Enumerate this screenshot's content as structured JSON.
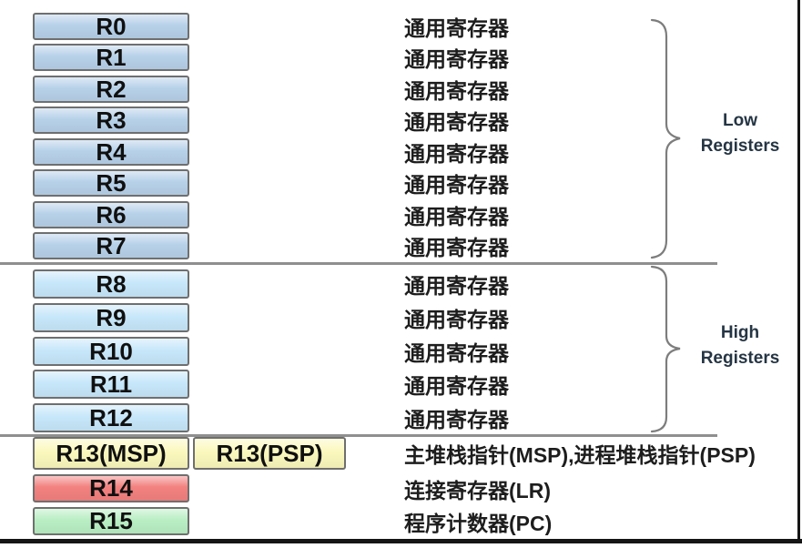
{
  "registers": [
    {
      "name": "R0",
      "label": "R0",
      "variant": "low",
      "desc": "通用寄存器"
    },
    {
      "name": "R1",
      "label": "R1",
      "variant": "low",
      "desc": "通用寄存器"
    },
    {
      "name": "R2",
      "label": "R2",
      "variant": "low",
      "desc": "通用寄存器"
    },
    {
      "name": "R3",
      "label": "R3",
      "variant": "low",
      "desc": "通用寄存器"
    },
    {
      "name": "R4",
      "label": "R4",
      "variant": "low",
      "desc": "通用寄存器"
    },
    {
      "name": "R5",
      "label": "R5",
      "variant": "low",
      "desc": "通用寄存器"
    },
    {
      "name": "R6",
      "label": "R6",
      "variant": "low",
      "desc": "通用寄存器"
    },
    {
      "name": "R7",
      "label": "R7",
      "variant": "low",
      "desc": "通用寄存器"
    },
    {
      "name": "R8",
      "label": "R8",
      "variant": "high",
      "desc": "通用寄存器"
    },
    {
      "name": "R9",
      "label": "R9",
      "variant": "high",
      "desc": "通用寄存器"
    },
    {
      "name": "R10",
      "label": "R10",
      "variant": "high",
      "desc": "通用寄存器"
    },
    {
      "name": "R11",
      "label": "R11",
      "variant": "high",
      "desc": "通用寄存器"
    },
    {
      "name": "R12",
      "label": "R12",
      "variant": "high",
      "desc": "通用寄存器"
    },
    {
      "name": "R13",
      "label": "R13(MSP)",
      "label2": "R13(PSP)",
      "variant": "yellow",
      "desc": "主堆栈指针(MSP),进程堆栈指针(PSP)"
    },
    {
      "name": "R14",
      "label": "R14",
      "variant": "red",
      "desc": "连接寄存器(LR)"
    },
    {
      "name": "R15",
      "label": "R15",
      "variant": "green",
      "desc": "程序计数器(PC)"
    }
  ],
  "braces": {
    "low": {
      "line1": "Low",
      "line2": "Registers"
    },
    "high": {
      "line1": "High",
      "line2": "Registers"
    }
  },
  "colors": {
    "background": "#ffffff",
    "low_box": "#b7d1e9",
    "high_box": "#c7e7fa",
    "yellow_box": "#fbf8bd",
    "red_box": "#f2817f",
    "green_box": "#b9eec3",
    "box_border": "#6f6f6f",
    "register_text": "#101010",
    "desc_text": "#1d1d1d",
    "divider": "#8f8f8f",
    "brace": "#7d7d7d",
    "label_text": "#253544",
    "frame": "#151515"
  }
}
